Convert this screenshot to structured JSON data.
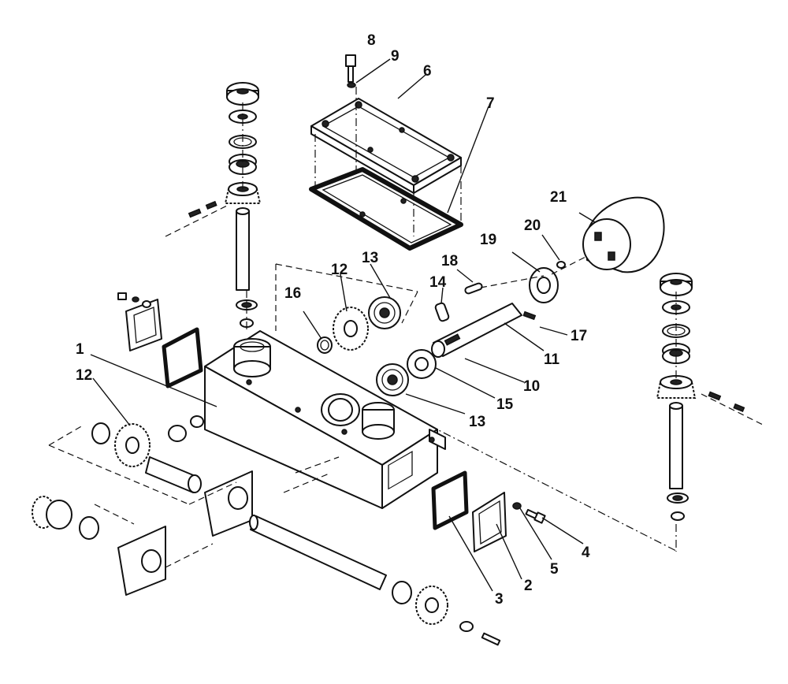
{
  "callouts": [
    {
      "id": "c1",
      "text": "1"
    },
    {
      "id": "c2",
      "text": "2"
    },
    {
      "id": "c3",
      "text": "3"
    },
    {
      "id": "c4",
      "text": "4"
    },
    {
      "id": "c5",
      "text": "5"
    },
    {
      "id": "c6",
      "text": "6"
    },
    {
      "id": "c7",
      "text": "7"
    },
    {
      "id": "c8",
      "text": "8"
    },
    {
      "id": "c9",
      "text": "9"
    },
    {
      "id": "c10",
      "text": "10"
    },
    {
      "id": "c11",
      "text": "11"
    },
    {
      "id": "c12a",
      "text": "12"
    },
    {
      "id": "c12b",
      "text": "12"
    },
    {
      "id": "c13a",
      "text": "13"
    },
    {
      "id": "c13b",
      "text": "13"
    },
    {
      "id": "c14",
      "text": "14"
    },
    {
      "id": "c15",
      "text": "15"
    },
    {
      "id": "c16",
      "text": "16"
    },
    {
      "id": "c17",
      "text": "17"
    },
    {
      "id": "c18",
      "text": "18"
    },
    {
      "id": "c19",
      "text": "19"
    },
    {
      "id": "c20",
      "text": "20"
    },
    {
      "id": "c21",
      "text": "21"
    }
  ]
}
